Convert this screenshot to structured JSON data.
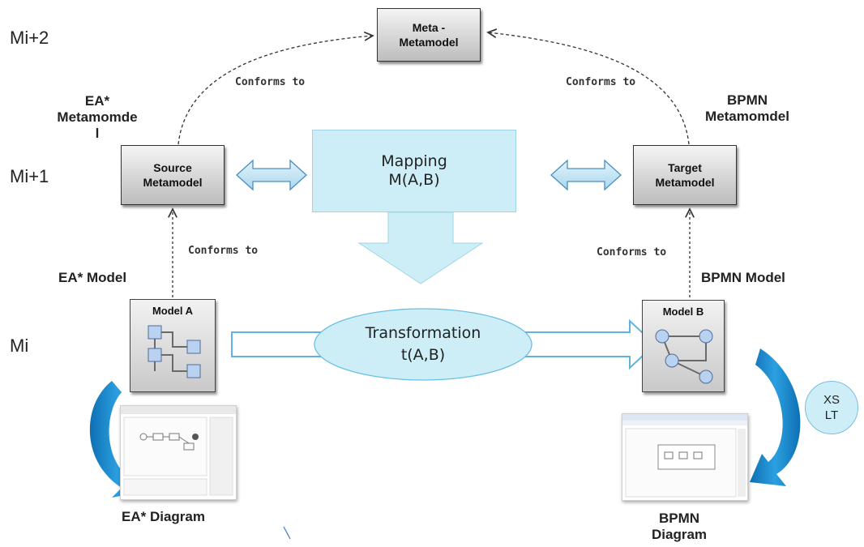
{
  "levels": {
    "m2": "Mi+2",
    "m1": "Mi+1",
    "m0": "Mi"
  },
  "meta_metamodel": {
    "line1": "Meta -",
    "line2": "Metamodel"
  },
  "ea_metamodel_label": {
    "line1": "EA*",
    "line2": "Metamomde",
    "line3": "l"
  },
  "bpmn_metamodel_label": {
    "line1": "BPMN",
    "line2": "Metamomdel"
  },
  "source_metamodel": {
    "line1": "Source",
    "line2": "Metamodel"
  },
  "target_metamodel": {
    "line1": "Target",
    "line2": "Metamodel"
  },
  "mapping": {
    "line1": "Mapping",
    "line2": "M(A,B)"
  },
  "conforms": {
    "top_left": "Conforms to",
    "top_right": "Conforms to",
    "mid_left": "Conforms to",
    "mid_right": "Conforms to"
  },
  "ea_model_label": "EA* Model",
  "bpmn_model_label": "BPMN Model",
  "model_a": "Model A",
  "model_b": "Model B",
  "transformation": {
    "line1": "Transformation",
    "line2": "t(A,B)"
  },
  "xslt": {
    "line1": "XS",
    "line2": "LT"
  },
  "ea_diagram_label": "EA* Diagram",
  "bpmn_diagram_label": {
    "line1": "BPMN",
    "line2": "Diagram"
  },
  "colors": {
    "light_blue": "#cdeef7",
    "arrow_blue": "#1c8fd0",
    "box_gray": "#c9c9c9",
    "node_blue": "#b9d2f0"
  }
}
